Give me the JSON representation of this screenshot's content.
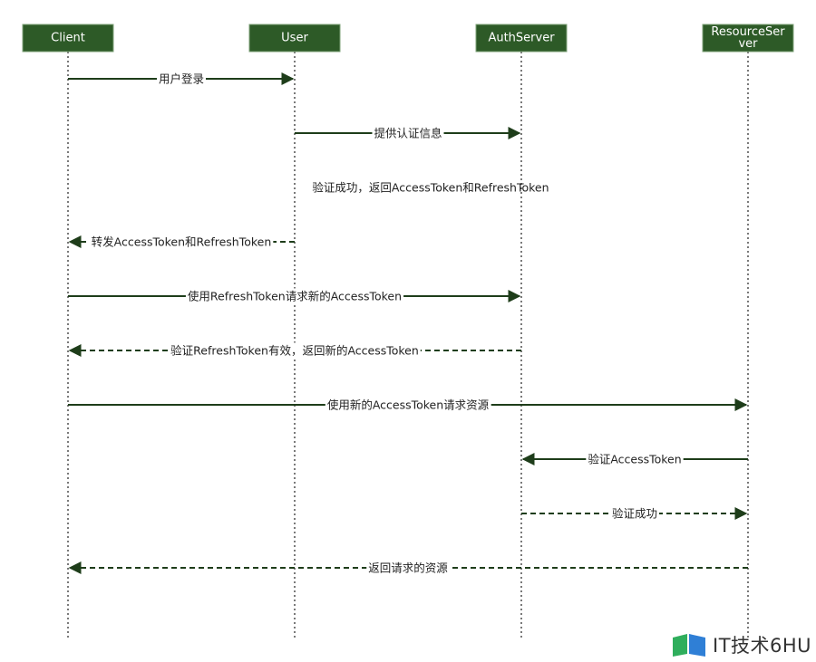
{
  "actors": [
    {
      "id": "client",
      "label_lines": [
        "Client"
      ]
    },
    {
      "id": "user",
      "label_lines": [
        "User"
      ]
    },
    {
      "id": "auth",
      "label_lines": [
        "AuthServer"
      ]
    },
    {
      "id": "resource",
      "label_lines": [
        "ResourceSer",
        "ver"
      ]
    }
  ],
  "messages": [
    {
      "from": "client",
      "to": "user",
      "label": "用户登录",
      "style": "solid"
    },
    {
      "from": "user",
      "to": "auth",
      "label": "提供认证信息",
      "style": "solid"
    },
    {
      "from": null,
      "to": null,
      "label": "验证成功，返回AccessToken和RefreshToken",
      "style": "note"
    },
    {
      "from": "user",
      "to": "client",
      "label": "转发AccessToken和RefreshToken",
      "style": "dashed"
    },
    {
      "from": "client",
      "to": "auth",
      "label": "使用RefreshToken请求新的AccessToken",
      "style": "solid"
    },
    {
      "from": "auth",
      "to": "client",
      "label": "验证RefreshToken有效，返回新的AccessToken",
      "style": "dashed"
    },
    {
      "from": "client",
      "to": "resource",
      "label": "使用新的AccessToken请求资源",
      "style": "solid"
    },
    {
      "from": "resource",
      "to": "auth",
      "label": "验证AccessToken",
      "style": "solid"
    },
    {
      "from": "auth",
      "to": "resource",
      "label": "验证成功",
      "style": "dashed"
    },
    {
      "from": "resource",
      "to": "client",
      "label": "返回请求的资源",
      "style": "dashed"
    }
  ],
  "watermark": {
    "text": "IT技术6HU"
  },
  "colors": {
    "actor_fill": "#2d5a27",
    "arrow": "#1e3d1a"
  }
}
